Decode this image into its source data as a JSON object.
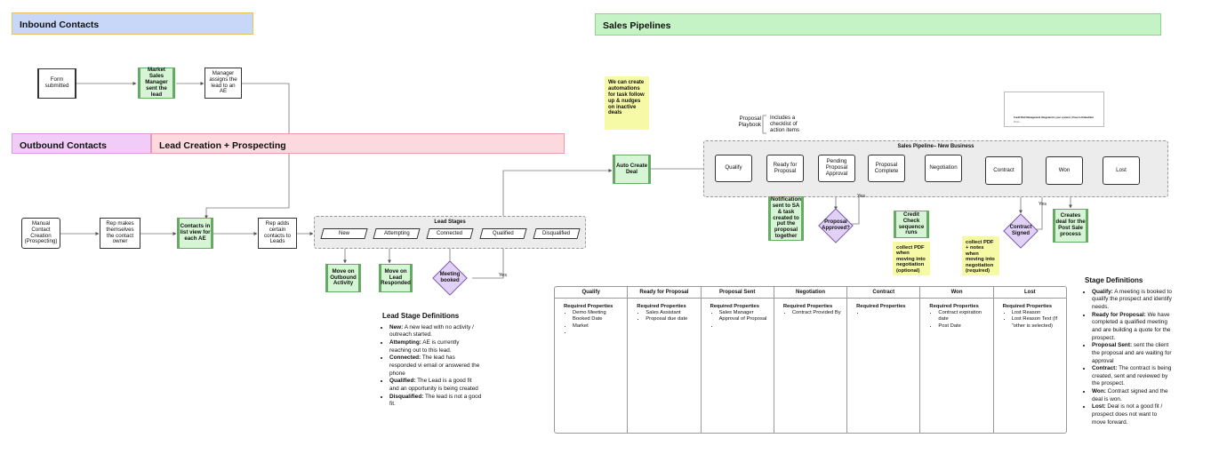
{
  "banners": {
    "inbound": "Inbound Contacts",
    "outbound": "Outbound Contacts",
    "lead_creation": "Lead Creation + Prospecting",
    "sales_pipelines": "Sales Pipelines"
  },
  "colors": {
    "inbound_bg": "#c8d6f8",
    "outbound_bg": "#f0ccf7",
    "lead_creation_bg": "#fbd9df",
    "sales_bg": "#c6f3c6",
    "green_node": "#d5f5d5",
    "yellow_note": "#f6f9a6",
    "diamond": "#e2d1f7"
  },
  "inbound": {
    "form": "Form submitted",
    "market_manager": "Market Sales Manager sent the lead",
    "manager_assigns": "Manager assigns the lead to an AE"
  },
  "outbound": {
    "manual": "Manual Contact Creation (Prospecting)",
    "rep_owner": "Rep makes themselves the contact owner",
    "contacts_list": "Contacts in list view for each AE",
    "rep_adds": "Rep adds certain contacts to Leads"
  },
  "lead_stages": {
    "title": "Lead Stages",
    "stages": [
      "New",
      "Attempting",
      "Connected",
      "Qualified",
      "Disqualified"
    ],
    "move_outbound": "Move on Outbound Activity",
    "move_responded": "Move on Lead Responded",
    "meeting_booked": "Meeting booked",
    "yes": "Yes"
  },
  "auto_create": "Auto Create Deal",
  "automation_note": "We can create automations for task follow up & nudges on inactive deals",
  "playbook": {
    "label": "Proposal Playbook",
    "note": "Includes a checklist of action items"
  },
  "thumbnail_caption": "Credit Risk Management Integrated to your systems | Case to Embedded",
  "thumbnail_sub": "Scoto",
  "pipeline": {
    "title": "Sales Pipeline– New Business",
    "stages": [
      "Qualify",
      "Ready for Proposal",
      "Pending Proposal Approval",
      "Proposal Complete",
      "Negotiation",
      "Contract",
      "Won",
      "Lost"
    ],
    "notification": "Notification sent to SA & task created to put the proposal together",
    "proposal_approved": "Proposal Approved?",
    "yes1": "Yes",
    "credit_check": "Credit Check sequence runs",
    "collect_pdf_optional": "collect PDF when moving into negotiation (optional)",
    "collect_pdf_required": "collect PDF + notes when moving into negotiation (required)",
    "contract_signed": "Contract Signed",
    "yes2": "Yes",
    "creates_deal": "Creates deal for the Post Sale process"
  },
  "lead_defs": {
    "title": "Lead Stage Definitions",
    "items": [
      {
        "term": "New:",
        "text": " A new lead with no activity / outreach started."
      },
      {
        "term": "Attempting:",
        "text": " AE is currently reaching out to this lead."
      },
      {
        "term": "Connected:",
        "text": " The lead has responded vi email or answered the phone"
      },
      {
        "term": "Qualified:",
        "text": " The Lead is a good fit and an opportunity is being created"
      },
      {
        "term": "Disqualified:",
        "text": " The lead is not a good fit."
      }
    ]
  },
  "stage_defs": {
    "title": "Stage Definitions",
    "items": [
      {
        "term": "Qualify:",
        "text": " A meeting is booked to qualify the prospect and identify needs."
      },
      {
        "term": "Ready for Proposal:",
        "text": " We have completed a qualified meeting and are building a quote for the prospect."
      },
      {
        "term": "Proposal Sent:",
        "text": " sent the client the proposal and are waiting for approval"
      },
      {
        "term": "Contract:",
        "text": " The contract is being created, sent and reviewed by the prospect."
      },
      {
        "term": "Won:",
        "text": " Contract signed and the deal is won."
      },
      {
        "term": "Lost:",
        "text": " Deal is not a good fit / prospect does not want to move forward."
      }
    ]
  },
  "properties_table": {
    "columns": [
      {
        "header": "Qualify",
        "label": "Required Properties",
        "items": [
          "Demo Meeting Booked Date",
          "Market",
          ""
        ]
      },
      {
        "header": "Ready for Proposal",
        "label": "Required Properties",
        "items": [
          "Sales Assistant",
          "Proposal due date"
        ]
      },
      {
        "header": "Proposal Sent",
        "label": "Required Properties",
        "items": [
          "Sales Manager Approval of Proposal",
          ""
        ]
      },
      {
        "header": "Negotiation",
        "label": "Required Properties",
        "items": [
          "Contract Provided By"
        ]
      },
      {
        "header": "Contract",
        "label": "Required Properties",
        "items": [
          ""
        ]
      },
      {
        "header": "Won",
        "label": "Required Properties",
        "items": [
          "Contract expiration date",
          "Post Date"
        ]
      },
      {
        "header": "Lost",
        "label": "Required Properties",
        "items": [
          "Lost Reason",
          "Lost Reason Text (If \"other is selected)"
        ]
      }
    ]
  }
}
